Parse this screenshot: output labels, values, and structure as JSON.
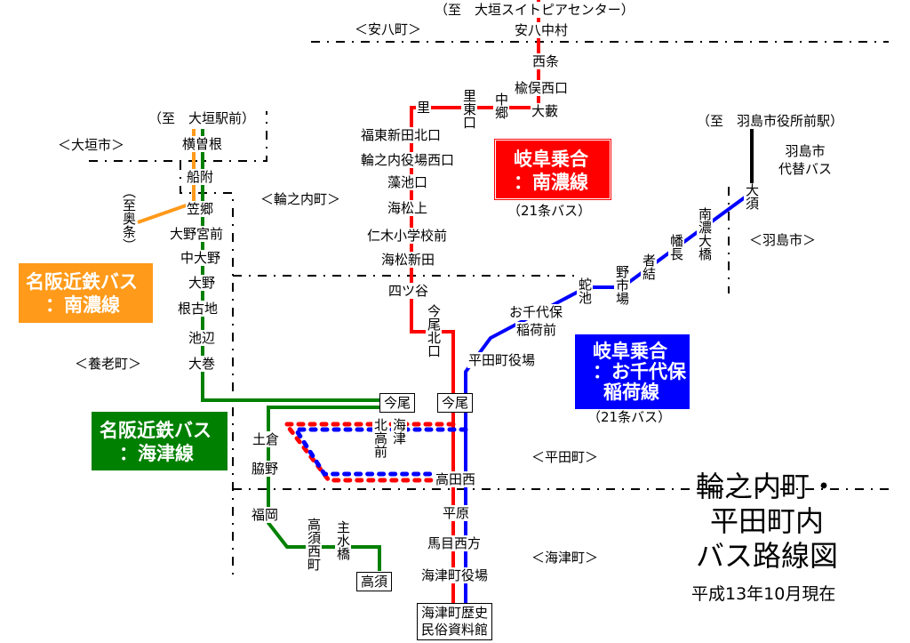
{
  "title": {
    "lines": [
      "輪之内町・",
      "平田町内",
      "バス路線図"
    ],
    "date": "平成13年10月現在"
  },
  "colors": {
    "red": "#ff0000",
    "blue": "#0000ff",
    "green": "#008000",
    "orange": "#ff9a1a",
    "black": "#000000"
  },
  "regions": {
    "anpachi": "＜安八町＞",
    "ogaki": "＜大垣市＞",
    "wanouchi": "＜輪之内町＞",
    "hashima": "＜羽島市＞",
    "yoro": "＜養老町＞",
    "hirata": "＜平田町＞",
    "kaizu": "＜海津町＞"
  },
  "destinations": {
    "suitopia": "（至　大垣スイトピアセンター）",
    "ogaki_station": "（至　大垣駅前）",
    "okujo": "（至奥条）",
    "hashima_station": "（至　羽島市役所前駅）"
  },
  "legends": {
    "gifu_nanno": {
      "line1": "岐阜乗合",
      "line2": "：南濃線",
      "note": "（21条バス）"
    },
    "gifu_ochiyobo": {
      "line1": "岐阜乗合",
      "line2": "：お千代保",
      "line3": "稲荷線",
      "note": "（21条バス）"
    },
    "meihan_nanno": {
      "line1": "名阪近鉄バス",
      "line2": "：南濃線"
    },
    "meihan_kaizu": {
      "line1": "名阪近鉄バス",
      "line2": "：海津線"
    },
    "hashima_alt": {
      "line1": "羽島市",
      "line2": "代替バス"
    }
  },
  "stations": {
    "red": [
      "安八中村",
      "西条",
      "楡俣西口",
      "大藪",
      "中郷",
      "里東口",
      "里",
      "福東新田北口",
      "輪之内役場西口",
      "藻池口",
      "海松上",
      "仁木小学校前",
      "海松新田",
      "四ツ谷",
      "今尾北口"
    ],
    "blue": [
      "平田町役場",
      "お千代保",
      "稲荷前",
      "蛇池",
      "野市場",
      "者結",
      "幡長",
      "南濃大橋",
      "大須"
    ],
    "green": [
      "横曽根",
      "船附",
      "笠郷",
      "大野宮前",
      "中大野",
      "大野",
      "根古地",
      "池辺",
      "大巻",
      "土倉",
      "脇野",
      "福岡",
      "高須西町",
      "主水橋"
    ],
    "shared": {
      "imao_green": "今尾",
      "imao_red": "今尾",
      "kaizu_kitako": [
        "海津",
        "北高前"
      ],
      "takadanishi": "高田西",
      "hirahara": "平原",
      "mamenishikata": "馬目西方",
      "kaizu_yakuba": "海津町役場",
      "takasu": "高須",
      "museum": [
        "海津町歴史",
        "民俗資料館"
      ]
    }
  }
}
